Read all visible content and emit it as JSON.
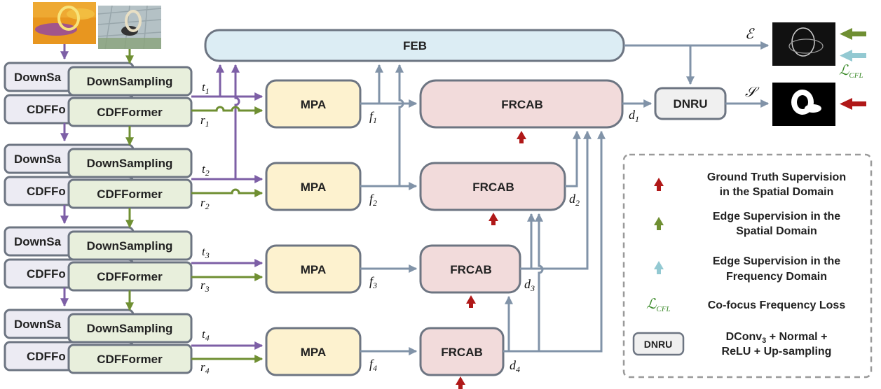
{
  "blocks": {
    "downsampling": "DownSampling",
    "cdfformer": "CDFFormer",
    "downsampling_cut": "DownSa",
    "cdfformer_cut": "CDFFo",
    "mpa": "MPA",
    "frcab": "FRCAB",
    "feb": "FEB",
    "dnru": "DNRU"
  },
  "vars": {
    "t": [
      "t",
      "1",
      "2",
      "3",
      "4"
    ],
    "r": [
      "r",
      "1",
      "2",
      "3",
      "4"
    ],
    "f": [
      "f",
      "1",
      "2",
      "3",
      "4"
    ],
    "d": [
      "d",
      "1",
      "2",
      "3",
      "4"
    ],
    "edge_output": "ℰ",
    "saliency_output": "𝒮"
  },
  "legend": {
    "gt_supervision": [
      "Ground Truth Supervision",
      "in the Spatial Domain"
    ],
    "edge_spatial": [
      "Edge Supervision in the",
      "Spatial Domain"
    ],
    "edge_frequency": [
      "Edge Supervision in the",
      "Frequency Domain"
    ],
    "cfl_symbol": "ℒ",
    "cfl_subscript": "CFL",
    "cfl_label": "Co-focus Frequency Loss",
    "dnru_box": "DNRU",
    "dnru_desc_line1_a": "DConv",
    "dnru_desc_line1_sub": "3",
    "dnru_desc_line1_b": " + Normal +",
    "dnru_desc_line2": "ReLU + Up-sampling"
  },
  "colors": {
    "thermal": "#7d5fa6",
    "rgb": "#6f8f32",
    "feb_fill": "#dcedf4",
    "mpa_fill": "#fdf2cf",
    "frcab_fill": "#f2dbdb",
    "ds_fill": "#e8efdc",
    "back_fill": "#ecebf3",
    "dnru_fill": "#f0f0f0",
    "gt_arrow": "#b01818",
    "edge_arrow": "#6f8f32",
    "freq_arrow": "#93c9d2",
    "flow": "#8193a8"
  }
}
